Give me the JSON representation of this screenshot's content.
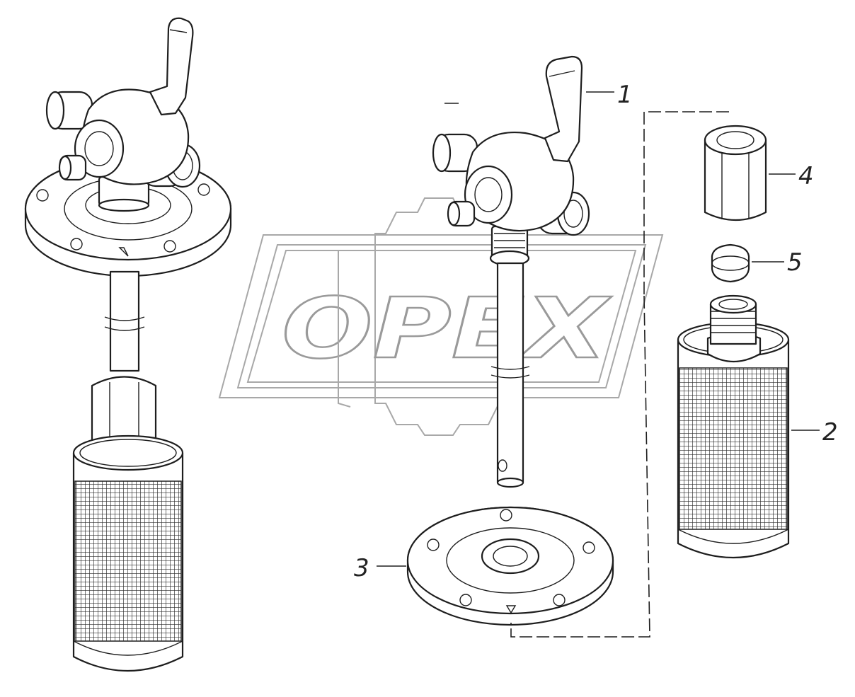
{
  "watermark": {
    "text": "OPEX"
  },
  "callouts": [
    {
      "id": "1",
      "label": "1"
    },
    {
      "id": "2",
      "label": "2"
    },
    {
      "id": "3",
      "label": "3"
    },
    {
      "id": "4",
      "label": "4"
    },
    {
      "id": "5",
      "label": "5"
    }
  ],
  "colors": {
    "line": "#1e1e1e",
    "watermark": "#a8a8a8",
    "background": "#ffffff"
  }
}
